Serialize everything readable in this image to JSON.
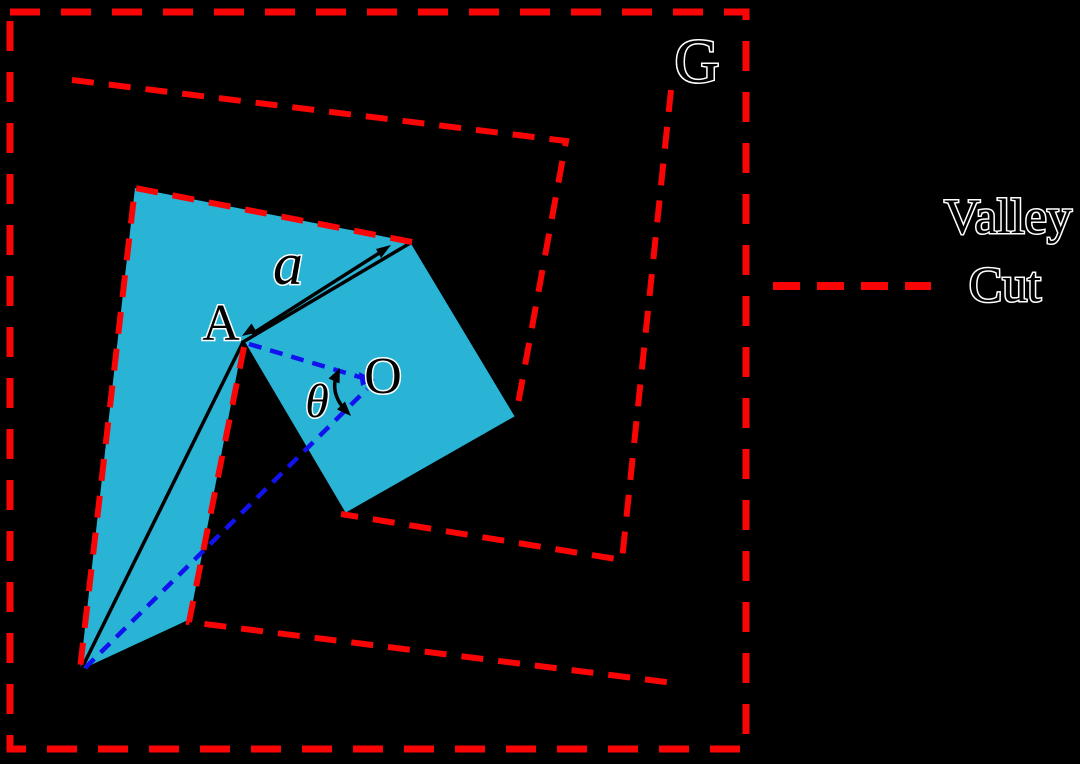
{
  "figure": {
    "point_labels": {
      "g": "G",
      "a": "A",
      "o": "O"
    },
    "annotations": {
      "edge_length": "a",
      "rotation_angle": "θ"
    }
  },
  "legend": {
    "valley_label": "Valley",
    "cut_label": "Cut"
  },
  "colors": {
    "background": "#000000",
    "panel": "#29b4d6",
    "cut": "#fa0505",
    "fold_hint": "#1212ee",
    "ink": "#000000",
    "halo": "#ffffff"
  }
}
